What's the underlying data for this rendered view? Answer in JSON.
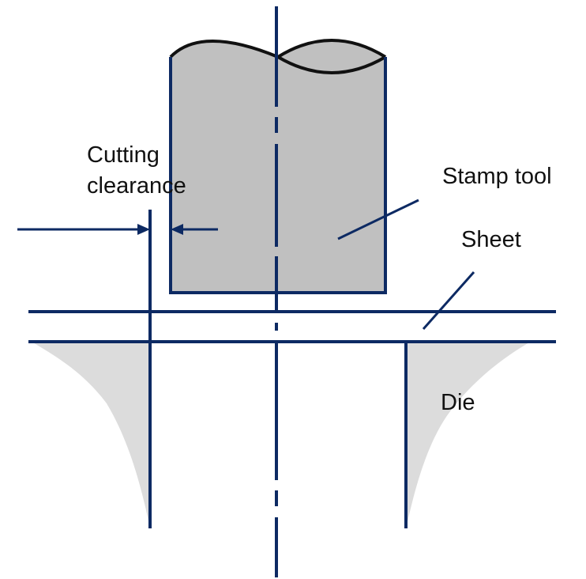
{
  "labels": {
    "cutting_clearance_line1": "Cutting",
    "cutting_clearance_line2": "clearance",
    "stamp_tool": "Stamp tool",
    "sheet": "Sheet",
    "die": "Die"
  },
  "colors": {
    "line": "#0d2a63",
    "tool_fill": "#c0c0c0",
    "die_fill": "#dcdcdc",
    "outline": "#111111",
    "text": "#111111"
  }
}
